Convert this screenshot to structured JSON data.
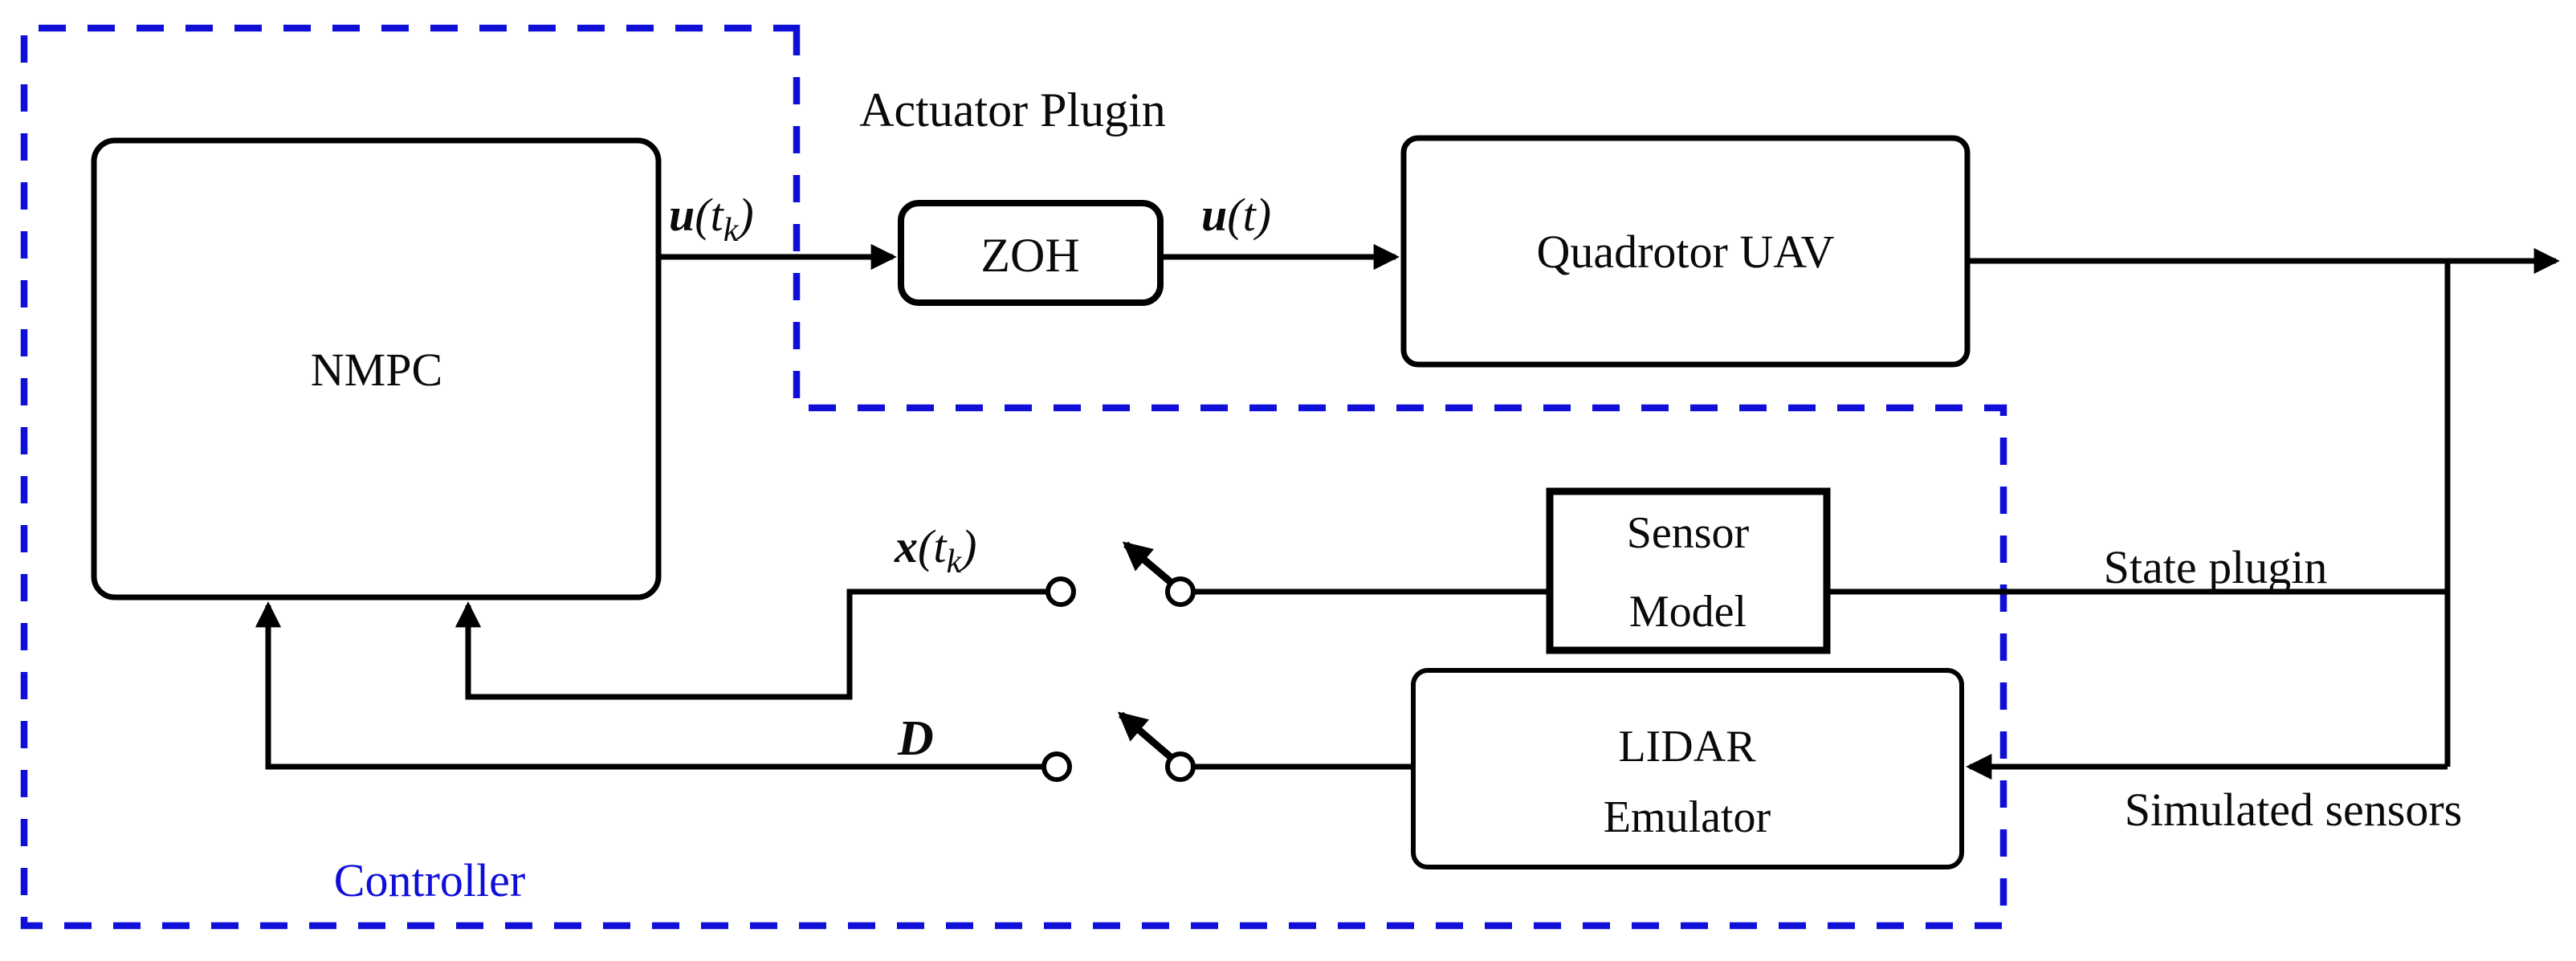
{
  "figure": {
    "background": "#ffffff",
    "line_color": "#000000",
    "accent_blue": "#0f0fd8"
  },
  "regions": {
    "controller": {
      "label": "Controller"
    },
    "actuator_plugin": {
      "label": "Actuator Plugin"
    },
    "state_plugin": {
      "label": "State plugin"
    },
    "simulated_sensors": {
      "label": "Simulated sensors"
    }
  },
  "blocks": {
    "nmpc": {
      "label": "NMPC"
    },
    "zoh": {
      "label": "ZOH"
    },
    "quadrotor_uav": {
      "label": "Quadrotor UAV"
    },
    "sensor_model": {
      "label_line1": "Sensor",
      "label_line2": "Model"
    },
    "lidar_emulator": {
      "label_line1": "LIDAR",
      "label_line2": "Emulator"
    }
  },
  "signals": {
    "u_tk": {
      "variable": "u",
      "rest": "(t",
      "subscript": "k",
      "close": ")"
    },
    "u_t": {
      "variable": "u",
      "rest": "(t)",
      "subscript": "",
      "close": ""
    },
    "x_tk": {
      "variable": "x",
      "rest": "(t",
      "subscript": "k",
      "close": ")"
    },
    "d": {
      "variable": "D",
      "rest": "",
      "subscript": "",
      "close": ""
    }
  }
}
